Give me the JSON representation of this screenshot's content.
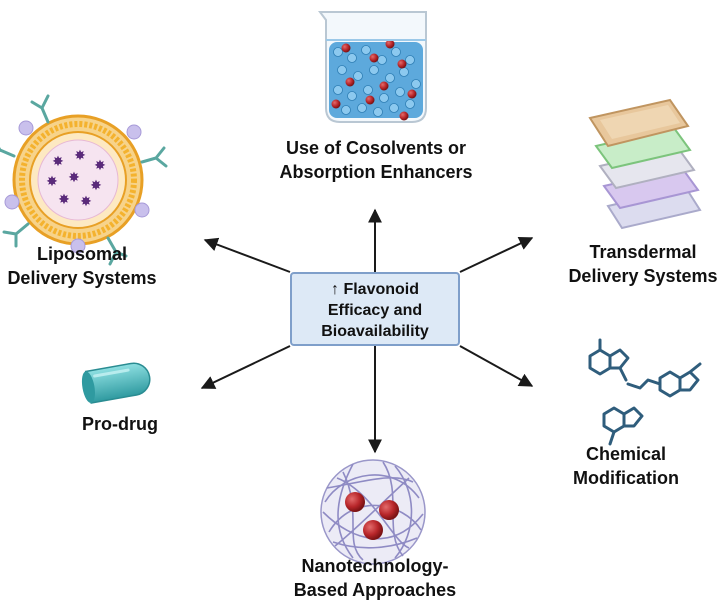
{
  "center": {
    "lines": [
      "↑ Flavonoid",
      "Efficacy and",
      "Bioavailability"
    ]
  },
  "nodes": {
    "cosolvents": {
      "lines": [
        "Use of Cosolvents or",
        "Absorption Enhancers"
      ],
      "icon": "beaker-icon"
    },
    "liposomal": {
      "lines": [
        "Liposomal",
        "Delivery Systems"
      ],
      "icon": "liposome-icon"
    },
    "transdermal": {
      "lines": [
        "Transdermal",
        "Delivery Systems"
      ],
      "icon": "transdermal-patch-icon"
    },
    "prodrug": {
      "lines": [
        "Pro-drug"
      ],
      "icon": "capsule-icon"
    },
    "chemical": {
      "lines": [
        "Chemical",
        "Modification"
      ],
      "icon": "molecule-structure-icon"
    },
    "nano": {
      "lines": [
        "Nanotechnology-",
        "Based Approaches"
      ],
      "icon": "nanoparticle-icon"
    }
  },
  "colors": {
    "center_fill": "#dde9f6",
    "center_border": "#7f9fca",
    "arrow": "#1a1a1a",
    "liquid": "#4da0d8",
    "particle_red": "#b8262a",
    "liposome_shell": "#f4b22e",
    "molecule": "#2f5d7c",
    "capsule": "#4fb8bd"
  }
}
